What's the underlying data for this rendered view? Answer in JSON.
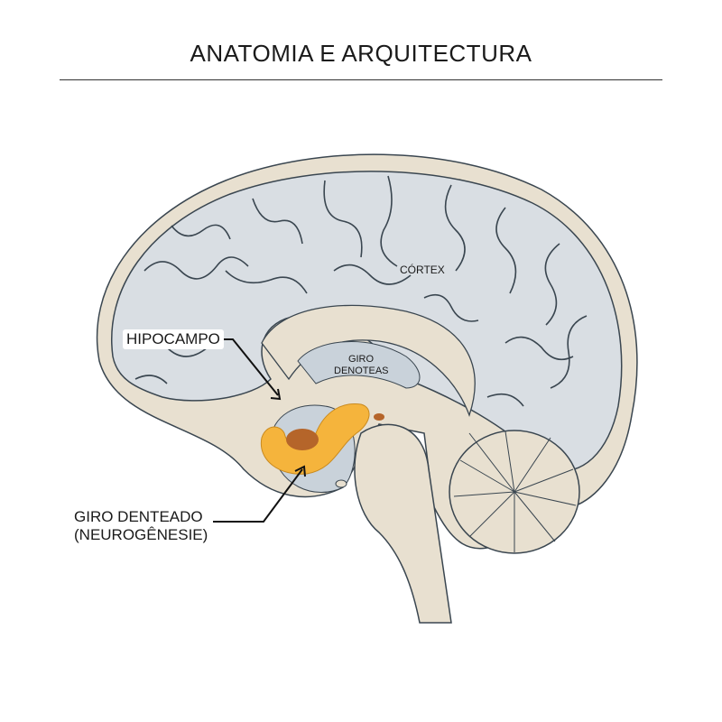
{
  "title": "ANATOMIA E ARQUITECTURA",
  "labels": {
    "hipocampo": "HIPOCAMPO",
    "cortex": "CÓRTEX",
    "giro_small_line1": "GIRO",
    "giro_small_line2": "DENOTEAS",
    "giro_big_line1": "GIRO DENTEADO",
    "giro_big_line2": "(NEUROGÊNESIE)"
  },
  "colors": {
    "beige": "#e8e0d0",
    "gray": "#d9dee3",
    "outline": "#3a4650",
    "orange": "#f5b43c",
    "brown": "#b5652a"
  }
}
